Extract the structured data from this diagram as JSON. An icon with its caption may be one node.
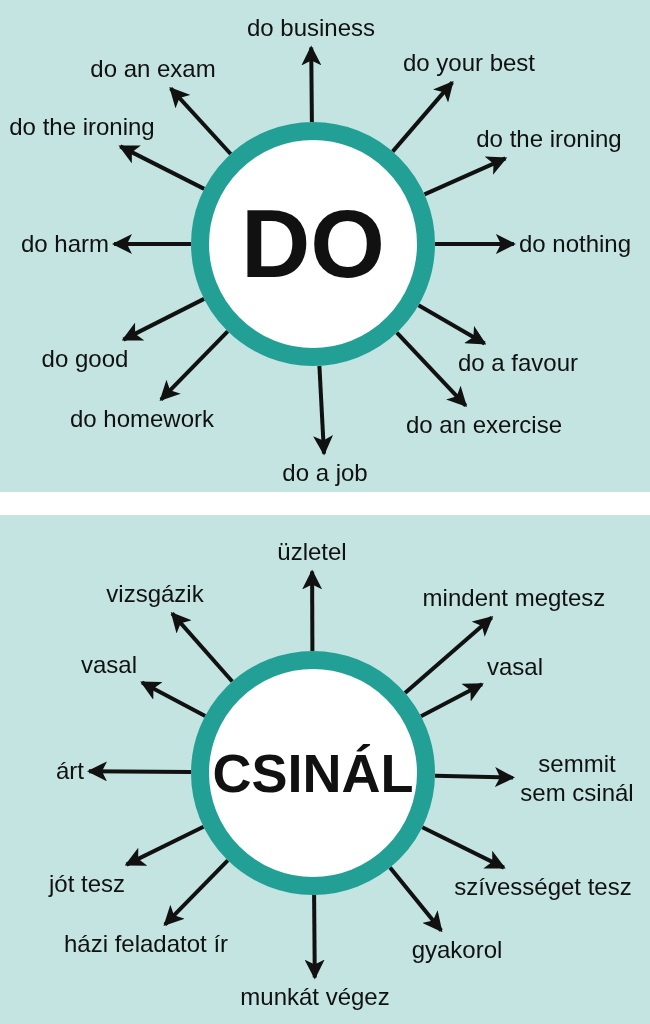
{
  "diagram": {
    "nodes": [
      {
        "text": [
          "DO"
        ]
      },
      {
        "text": [
          "do business"
        ]
      },
      {
        "text": [
          "do your best"
        ]
      },
      {
        "text": [
          "do the ironing"
        ]
      },
      {
        "text": [
          "do nothing"
        ]
      },
      {
        "text": [
          "do a favour"
        ]
      },
      {
        "text": [
          "do an exercise"
        ]
      },
      {
        "text": [
          "do a job"
        ]
      },
      {
        "text": [
          "do homework"
        ]
      },
      {
        "text": [
          "do good"
        ]
      },
      {
        "text": [
          "do harm"
        ]
      },
      {
        "text": [
          "do the ironing"
        ]
      },
      {
        "text": [
          "do an exam"
        ]
      },
      {
        "text": [
          "CSINÁL"
        ]
      },
      {
        "text": [
          "üzletel"
        ]
      },
      {
        "text": [
          "mindent megtesz"
        ]
      },
      {
        "text": [
          "vasal"
        ]
      },
      {
        "text": [
          "semmit sem csinál"
        ]
      },
      {
        "text": [
          "szívességet tesz"
        ]
      },
      {
        "text": [
          "gyakorol"
        ]
      },
      {
        "text": [
          "munkát végez"
        ]
      },
      {
        "text": [
          "házi feladatot ír"
        ]
      },
      {
        "text": [
          "jót tesz"
        ]
      },
      {
        "text": [
          "árt"
        ]
      },
      {
        "text": [
          "vasal"
        ]
      },
      {
        "text": [
          "vizsgázik"
        ]
      }
    ],
    "edges": [
      {
        "from": 0,
        "to": 1,
        "arrow": "to"
      },
      {
        "from": 0,
        "to": 2,
        "arrow": "to"
      },
      {
        "from": 0,
        "to": 3,
        "arrow": "to"
      },
      {
        "from": 0,
        "to": 4,
        "arrow": "to"
      },
      {
        "from": 0,
        "to": 5,
        "arrow": "to"
      },
      {
        "from": 0,
        "to": 6,
        "arrow": "to"
      },
      {
        "from": 0,
        "to": 7,
        "arrow": "to"
      },
      {
        "from": 0,
        "to": 8,
        "arrow": "to"
      },
      {
        "from": 0,
        "to": 9,
        "arrow": "to"
      },
      {
        "from": 0,
        "to": 10,
        "arrow": "to"
      },
      {
        "from": 0,
        "to": 11,
        "arrow": "to"
      },
      {
        "from": 0,
        "to": 12,
        "arrow": "to"
      },
      {
        "from": 13,
        "to": 14,
        "arrow": "to"
      },
      {
        "from": 13,
        "to": 15,
        "arrow": "to"
      },
      {
        "from": 13,
        "to": 16,
        "arrow": "to"
      },
      {
        "from": 13,
        "to": 17,
        "arrow": "to"
      },
      {
        "from": 13,
        "to": 18,
        "arrow": "to"
      },
      {
        "from": 13,
        "to": 19,
        "arrow": "to"
      },
      {
        "from": 13,
        "to": 20,
        "arrow": "to"
      },
      {
        "from": 13,
        "to": 21,
        "arrow": "to"
      },
      {
        "from": 13,
        "to": 22,
        "arrow": "to"
      },
      {
        "from": 13,
        "to": 23,
        "arrow": "to"
      },
      {
        "from": 13,
        "to": 24,
        "arrow": "to"
      },
      {
        "from": 13,
        "to": 25,
        "arrow": "to"
      }
    ]
  }
}
